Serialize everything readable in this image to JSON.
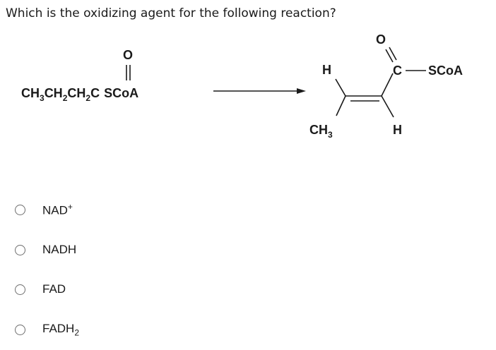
{
  "question": "Which is the oxidizing agent for the following reaction?",
  "reaction": {
    "reactant": {
      "carbonyl_o": "O",
      "chain_text": "CH",
      "sub3": "3",
      "ch2a": "CH",
      "sub2a": "2",
      "ch2b": "CH",
      "sub2b": "2",
      "c": "C",
      "scoa": "SCoA"
    },
    "product": {
      "h_top": "H",
      "ch": "CH",
      "sub3": "3",
      "o": "O",
      "c": "C",
      "scoa": "SCoA",
      "h_bottom": "H"
    }
  },
  "options": [
    {
      "main": "NAD",
      "sup": "+",
      "sub": ""
    },
    {
      "main": "NADH",
      "sup": "",
      "sub": ""
    },
    {
      "main": "FAD",
      "sup": "",
      "sub": ""
    },
    {
      "main": "FADH",
      "sup": "",
      "sub": "2"
    }
  ]
}
